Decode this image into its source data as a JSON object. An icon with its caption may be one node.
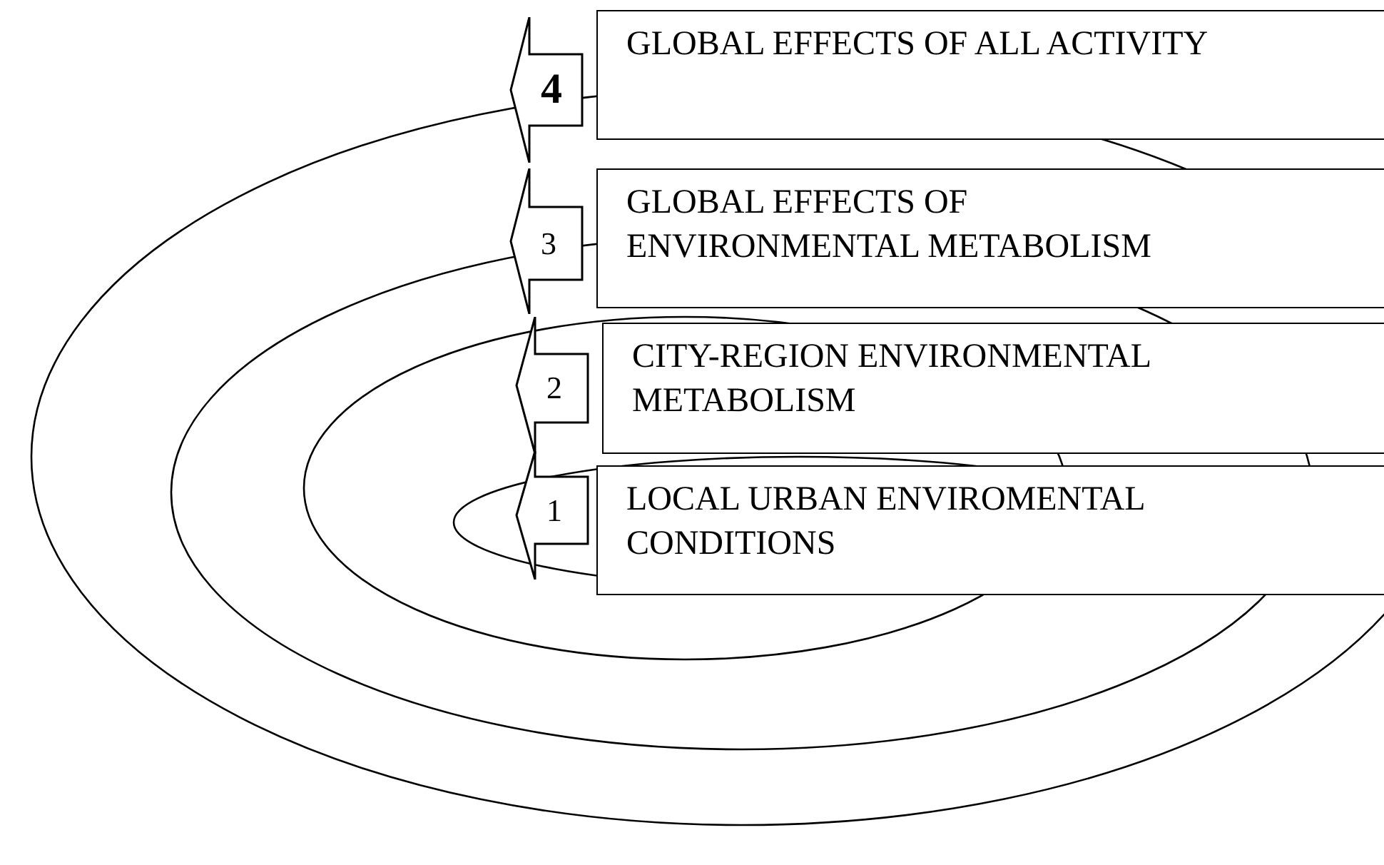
{
  "diagram": {
    "nodes": [
      {
        "text": [
          "4"
        ]
      },
      {
        "text": [
          "GLOBAL EFFECTS OF ALL ACTIVITY"
        ]
      },
      {
        "text": [
          "3"
        ]
      },
      {
        "text": [
          "GLOBAL EFFECTS OF ENVIRONMENTAL METABOLISM"
        ]
      },
      {
        "text": [
          "2"
        ]
      },
      {
        "text": [
          "CITY-REGION ENVIRONMENTAL METABOLISM"
        ]
      },
      {
        "text": [
          "1"
        ]
      },
      {
        "text": [
          "LOCAL URBAN ENVIROMENTAL CONDITIONS"
        ]
      }
    ]
  }
}
